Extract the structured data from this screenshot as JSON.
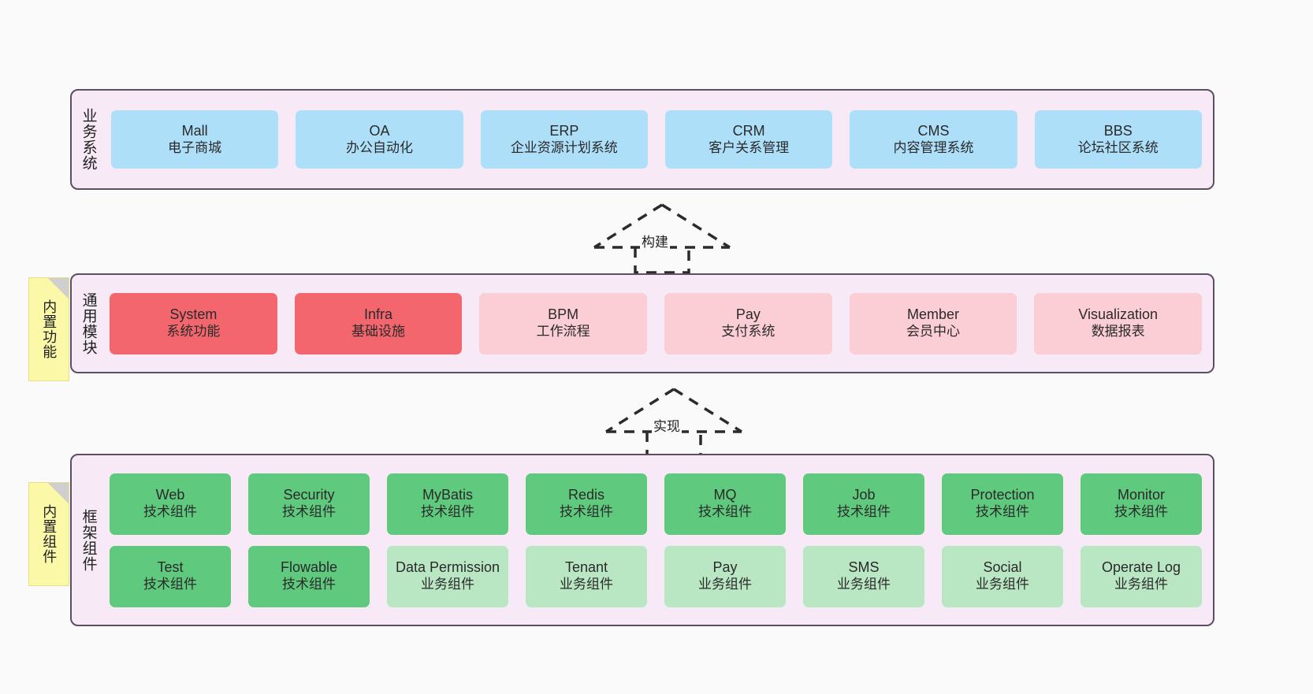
{
  "diagram": {
    "background": "#fafafa",
    "palette": {
      "band_bg": "#f7e9f6",
      "band_border": "#595061",
      "blue": "#addff9",
      "red": "#f4666e",
      "light_pink": "#fbcdd5",
      "green": "#5fc97d",
      "light_green": "#b9e6c3",
      "sticky_yellow": "#fbf8a8",
      "fold_grey": "#cfcfcf"
    }
  },
  "bands": [
    {
      "id": "business",
      "title": "业务系统",
      "rows": [
        [
          {
            "name": "Mall",
            "desc": "电子商城",
            "color": "#addff9"
          },
          {
            "name": "OA",
            "desc": "办公自动化",
            "color": "#addff9"
          },
          {
            "name": "ERP",
            "desc": "企业资源计划系统",
            "color": "#addff9"
          },
          {
            "name": "CRM",
            "desc": "客户关系管理",
            "color": "#addff9"
          },
          {
            "name": "CMS",
            "desc": "内容管理系统",
            "color": "#addff9"
          },
          {
            "name": "BBS",
            "desc": "论坛社区系统",
            "color": "#addff9"
          }
        ]
      ]
    },
    {
      "id": "common",
      "title": "通用模块",
      "sticky": "内置功能",
      "rows": [
        [
          {
            "name": "System",
            "desc": "系统功能",
            "color": "#f4666e"
          },
          {
            "name": "Infra",
            "desc": "基础设施",
            "color": "#f4666e"
          },
          {
            "name": "BPM",
            "desc": "工作流程",
            "color": "#fbcdd5"
          },
          {
            "name": "Pay",
            "desc": "支付系统",
            "color": "#fbcdd5"
          },
          {
            "name": "Member",
            "desc": "会员中心",
            "color": "#fbcdd5"
          },
          {
            "name": "Visualization",
            "desc": "数据报表",
            "color": "#fbcdd5"
          }
        ]
      ]
    },
    {
      "id": "framework",
      "title": "框架组件",
      "sticky": "内置组件",
      "rows": [
        [
          {
            "name": "Web",
            "desc": "技术组件",
            "color": "#5fc97d"
          },
          {
            "name": "Security",
            "desc": "技术组件",
            "color": "#5fc97d"
          },
          {
            "name": "MyBatis",
            "desc": "技术组件",
            "color": "#5fc97d"
          },
          {
            "name": "Redis",
            "desc": "技术组件",
            "color": "#5fc97d"
          },
          {
            "name": "MQ",
            "desc": "技术组件",
            "color": "#5fc97d"
          },
          {
            "name": "Job",
            "desc": "技术组件",
            "color": "#5fc97d"
          },
          {
            "name": "Protection",
            "desc": "技术组件",
            "color": "#5fc97d"
          },
          {
            "name": "Monitor",
            "desc": "技术组件",
            "color": "#5fc97d"
          }
        ],
        [
          {
            "name": "Test",
            "desc": "技术组件",
            "color": "#5fc97d"
          },
          {
            "name": "Flowable",
            "desc": "技术组件",
            "color": "#5fc97d"
          },
          {
            "name": "Data Permission",
            "desc": "业务组件",
            "color": "#b9e6c3"
          },
          {
            "name": "Tenant",
            "desc": "业务组件",
            "color": "#b9e6c3"
          },
          {
            "name": "Pay",
            "desc": "业务组件",
            "color": "#b9e6c3"
          },
          {
            "name": "SMS",
            "desc": "业务组件",
            "color": "#b9e6c3"
          },
          {
            "name": "Social",
            "desc": "业务组件",
            "color": "#b9e6c3"
          },
          {
            "name": "Operate Log",
            "desc": "业务组件",
            "color": "#b9e6c3"
          }
        ]
      ]
    }
  ],
  "connectors": [
    {
      "id": "build",
      "label": "构建",
      "style": "dashed-generalization-up"
    },
    {
      "id": "impl",
      "label": "实现",
      "style": "dashed-generalization-up"
    }
  ]
}
